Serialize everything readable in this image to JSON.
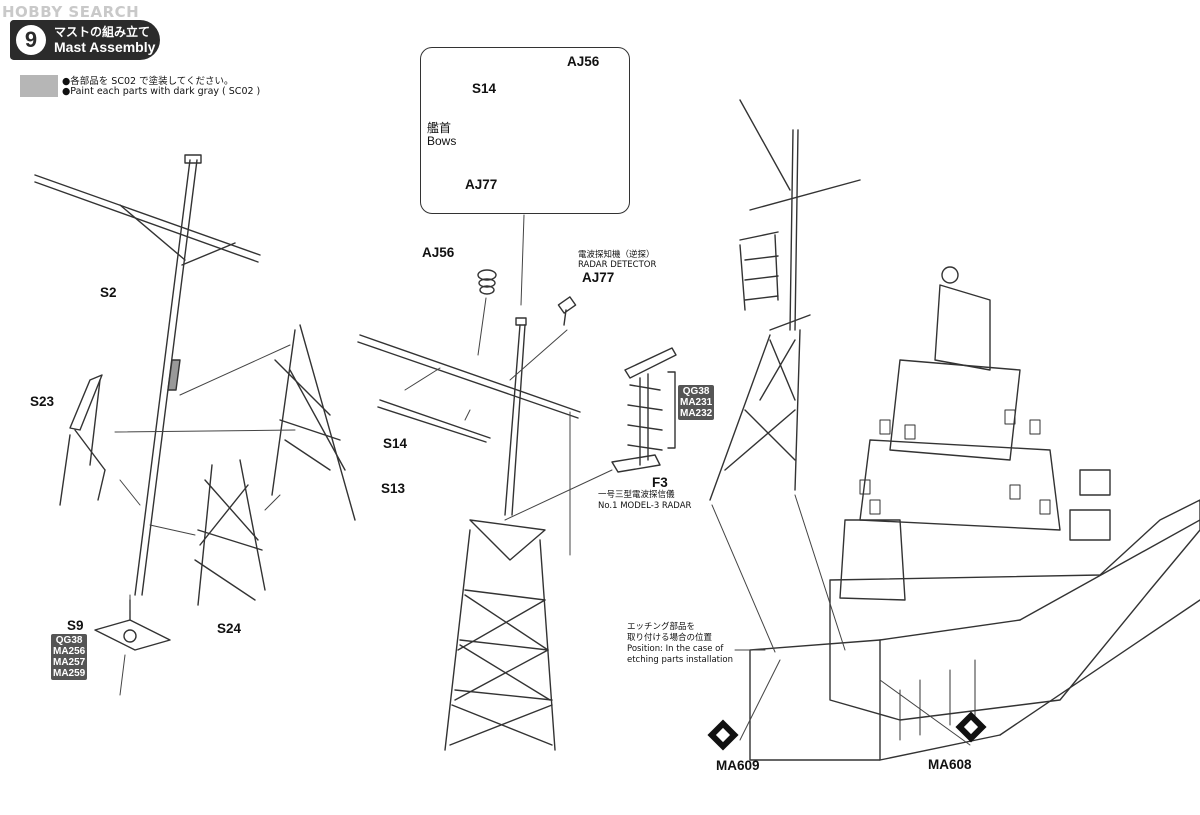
{
  "watermark": "HOBBY SEARCH",
  "step": {
    "number": "9",
    "title_jp": "マストの組み立て",
    "title_en": "Mast Assembly"
  },
  "paint_note": {
    "line_jp": "●各部品を SC02 で塗装してください。",
    "line_en": "●Paint each parts with dark gray ( SC02 )",
    "color_code": "SC02",
    "swatch_color": "#b6b6b6"
  },
  "inset": {
    "labels": [
      "AJ56",
      "S14",
      "AJ77"
    ],
    "direction_jp": "艦首",
    "direction_en": "Bows"
  },
  "parts": {
    "s2": "S2",
    "s23": "S23",
    "s13": "S13",
    "s24": "S24",
    "s9": "S9",
    "aj56": "AJ56",
    "aj77": "AJ77",
    "s14": "S14",
    "f3": "F3"
  },
  "s9_codes": [
    "QG38",
    "MA256",
    "MA257",
    "MA259"
  ],
  "f3_codes": [
    "QG38",
    "MA231",
    "MA232"
  ],
  "radar_detector": {
    "jp": "電波探知機（逆探）",
    "en": "RADAR DETECTOR"
  },
  "radar_model": {
    "jp": "一号三型電波探信儀",
    "en": "No.1 MODEL-3 RADAR"
  },
  "etching_note": {
    "jp1": "エッチング部品を",
    "jp2": "取り付ける場合の位置",
    "en1": "Position: In the case of",
    "en2": "etching parts installation"
  },
  "etch_parts": {
    "left": "MA609",
    "right": "MA608"
  }
}
